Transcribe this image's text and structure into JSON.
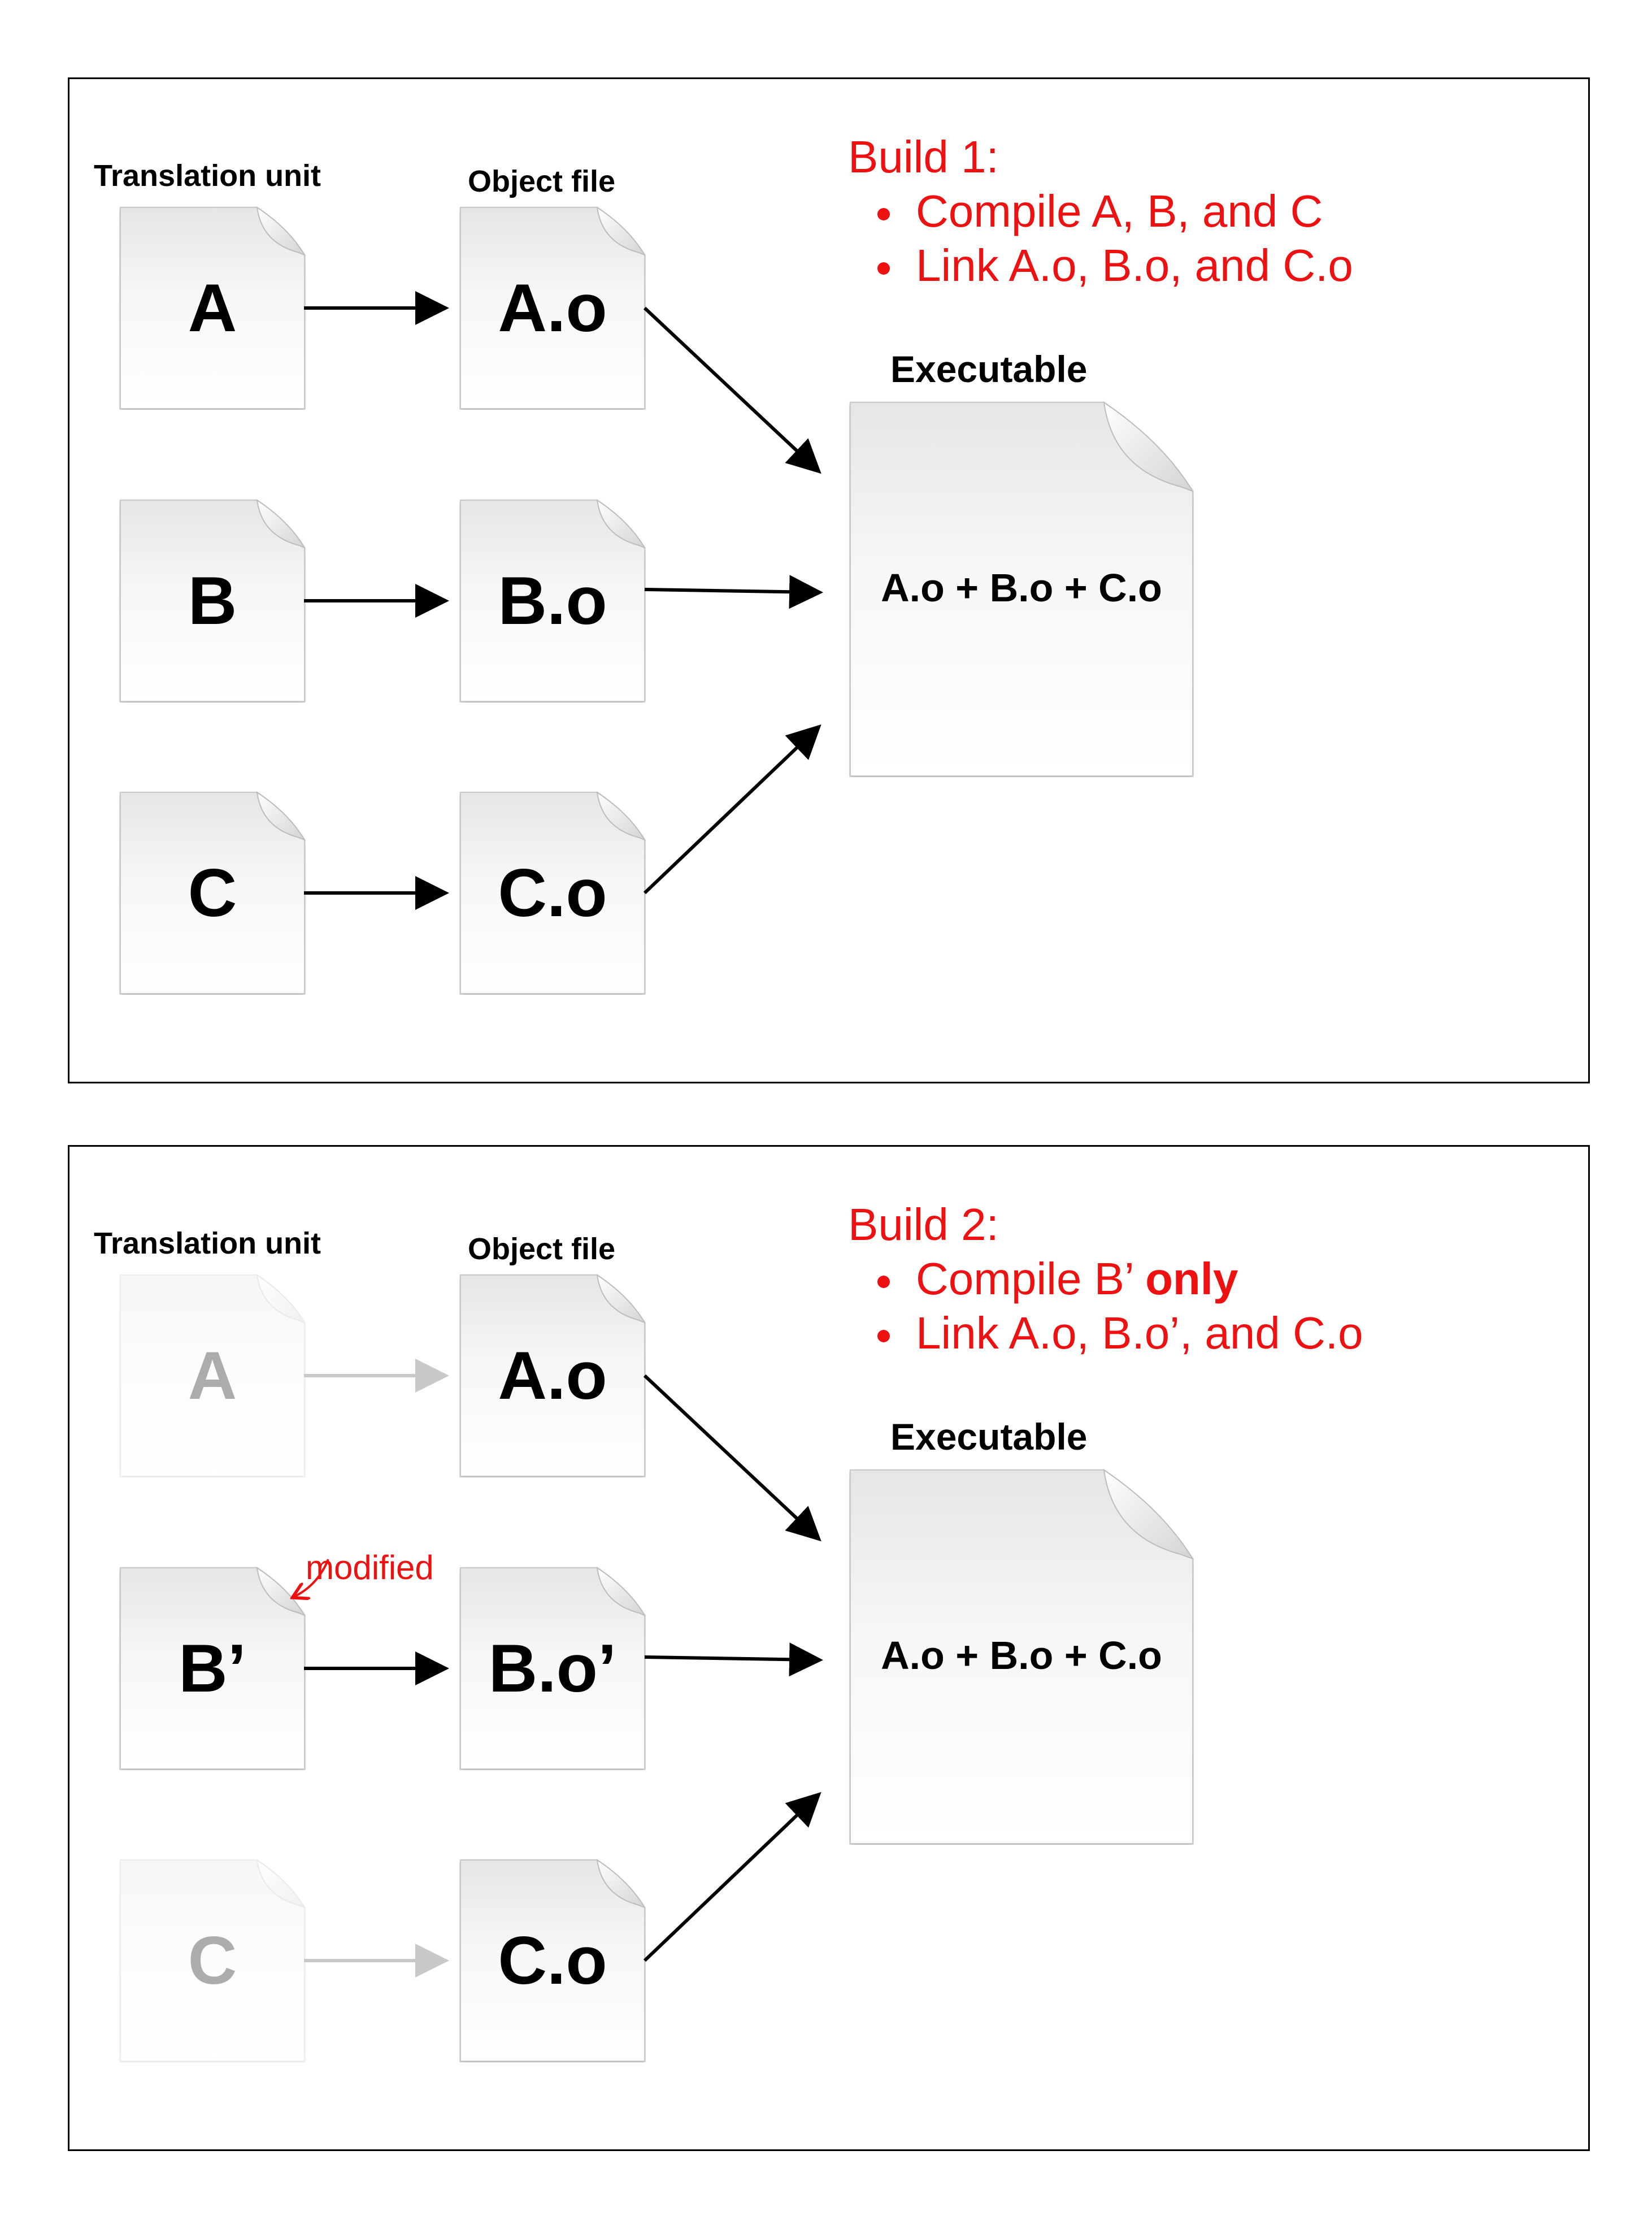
{
  "build1": {
    "translation_unit_label": "Translation unit",
    "object_file_label": "Object file",
    "executable_label": "Executable",
    "title": "Build 1:",
    "steps": [
      "Compile A, B, and C",
      "Link A.o, B.o, and C.o"
    ],
    "sources": [
      "A",
      "B",
      "C"
    ],
    "objects": [
      "A.o",
      "B.o",
      "C.o"
    ],
    "executable_content": "A.o + B.o + C.o"
  },
  "build2": {
    "translation_unit_label": "Translation unit",
    "object_file_label": "Object file",
    "executable_label": "Executable",
    "title": "Build 2:",
    "step1_prefix": "Compile B’ ",
    "step1_emphasis": "only",
    "step2": "Link A.o, B.o’, and C.o",
    "sources": [
      "A",
      "B’",
      "C"
    ],
    "objects": [
      "A.o",
      "B.o’",
      "C.o"
    ],
    "executable_content": "A.o + B.o + C.o",
    "modified_note": "modified"
  },
  "colors": {
    "accent": "#ee1111",
    "faded_item": "#c8c8c8",
    "arrow": "#000000"
  }
}
